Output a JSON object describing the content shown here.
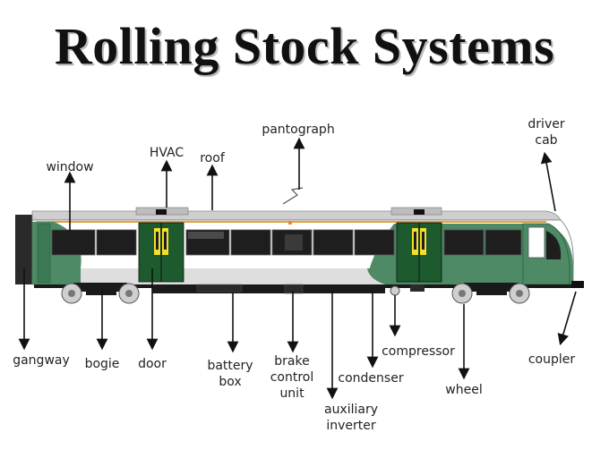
{
  "title": "Rolling Stock Systems",
  "labels": {
    "window": "window",
    "hvac": "HVAC",
    "roof": "roof",
    "pantograph": "pantograph",
    "driver_cab_l1": "driver",
    "driver_cab_l2": "cab",
    "gangway": "gangway",
    "bogie": "bogie",
    "door": "door",
    "battery_box_l1": "battery",
    "battery_box_l2": "box",
    "brake_l1": "brake",
    "brake_l2": "control",
    "brake_l3": "unit",
    "aux_l1": "auxiliary",
    "aux_l2": "inverter",
    "condenser": "condenser",
    "compressor": "compressor",
    "wheel": "wheel",
    "coupler": "coupler"
  },
  "colors": {
    "body_green": "#4e8a66",
    "dark_green": "#1d5a2e",
    "roof_grey": "#cfcfcf",
    "window_dark": "#1e1e1e",
    "door_yellow": "#f4e027",
    "underframe": "#1a1a1a"
  }
}
